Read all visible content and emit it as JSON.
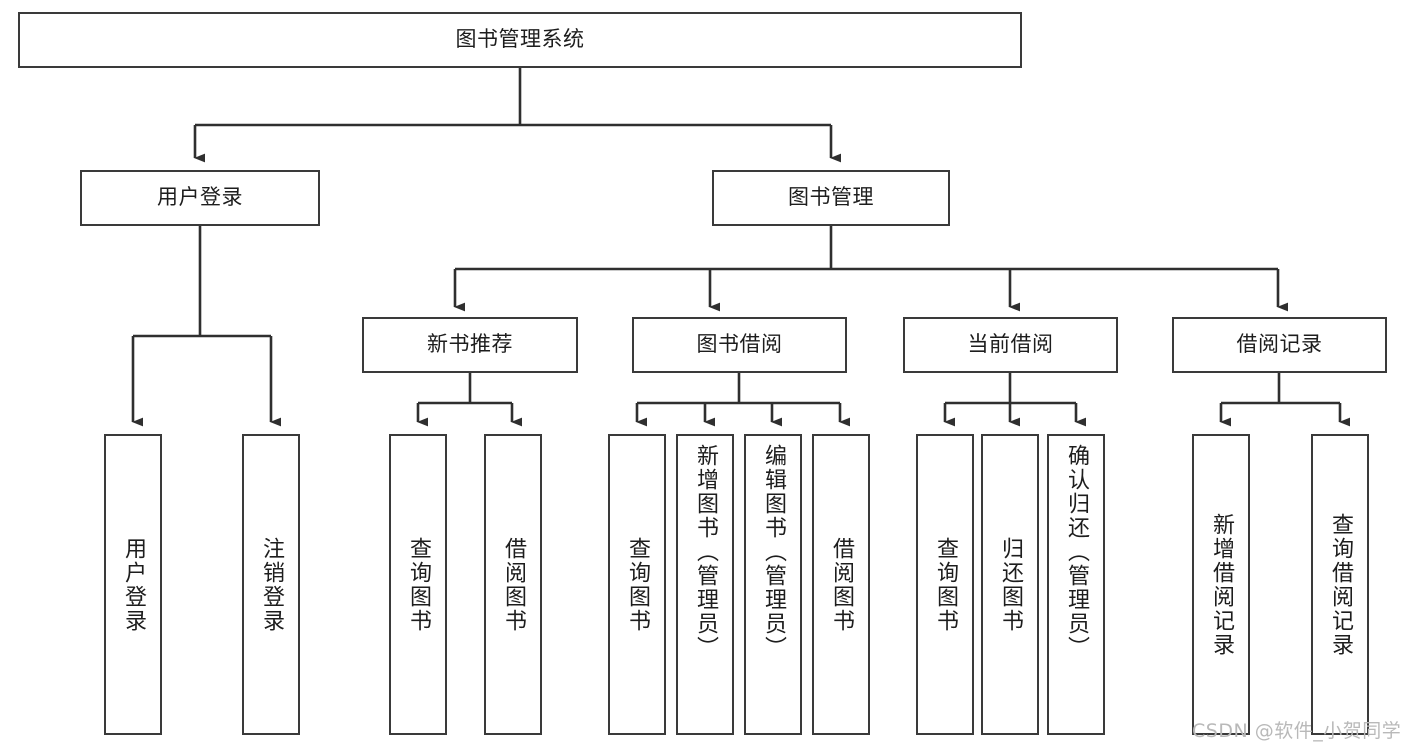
{
  "diagram": {
    "type": "tree-hierarchy",
    "title": "图书管理系统",
    "orientation": "top-down",
    "colors": {
      "stroke": "#3a3a3a",
      "fill": "#ffffff",
      "text": "#1d1d1d",
      "watermark": "#b9b9b9"
    },
    "nodes": {
      "root": {
        "label": "图书管理系统"
      },
      "level2": [
        {
          "id": "user-login",
          "label": "用户登录"
        },
        {
          "id": "book-management",
          "label": "图书管理"
        }
      ],
      "level3": [
        {
          "id": "new-book-recommend",
          "label": "新书推荐"
        },
        {
          "id": "book-borrow",
          "label": "图书借阅"
        },
        {
          "id": "current-borrow",
          "label": "当前借阅"
        },
        {
          "id": "borrow-record",
          "label": "借阅记录"
        }
      ],
      "leaves": {
        "user-login": [
          {
            "id": "leaf-user-login",
            "label": "用户登录"
          },
          {
            "id": "leaf-logout-login",
            "label": "注销登录"
          }
        ],
        "new-book-recommend": [
          {
            "id": "leaf-query-book-1",
            "label": "查询图书"
          },
          {
            "id": "leaf-borrow-book-1",
            "label": "借阅图书"
          }
        ],
        "book-borrow": [
          {
            "id": "leaf-query-book-2",
            "label": "查询图书"
          },
          {
            "id": "leaf-add-book-admin",
            "label": "新增图书（管理员）"
          },
          {
            "id": "leaf-edit-book-admin",
            "label": "编辑图书（管理员）"
          },
          {
            "id": "leaf-borrow-book-2",
            "label": "借阅图书"
          }
        ],
        "current-borrow": [
          {
            "id": "leaf-query-book-3",
            "label": "查询图书"
          },
          {
            "id": "leaf-return-book",
            "label": "归还图书"
          },
          {
            "id": "leaf-confirm-return-admin",
            "label": "确认归还（管理员）"
          }
        ],
        "borrow-record": [
          {
            "id": "leaf-add-borrow-record",
            "label": "新增借阅记录"
          },
          {
            "id": "leaf-query-borrow-record",
            "label": "查询借阅记录"
          }
        ]
      }
    },
    "watermark": "CSDN @软件_小贺同学"
  }
}
